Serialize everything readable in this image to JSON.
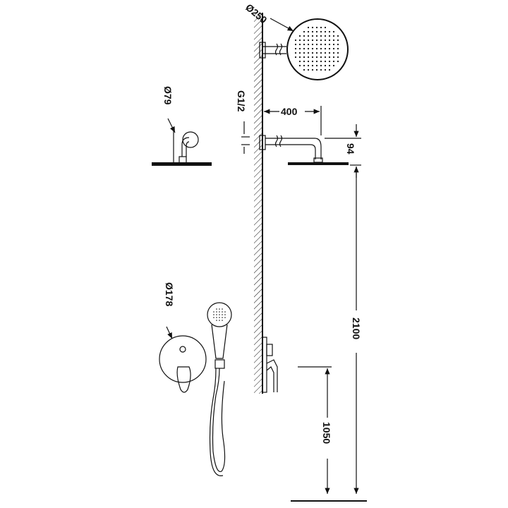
{
  "dimensions": {
    "rain_head_diameter": "Ø250",
    "arm_flange_diameter": "Ø79",
    "thread_size": "G1/2",
    "arm_length": "400",
    "drop_height": "94",
    "mixer_plate_diameter": "Ø178",
    "installation_height": "2100",
    "mixer_height": "1050"
  },
  "colors": {
    "line": "#111111",
    "background": "#ffffff"
  }
}
